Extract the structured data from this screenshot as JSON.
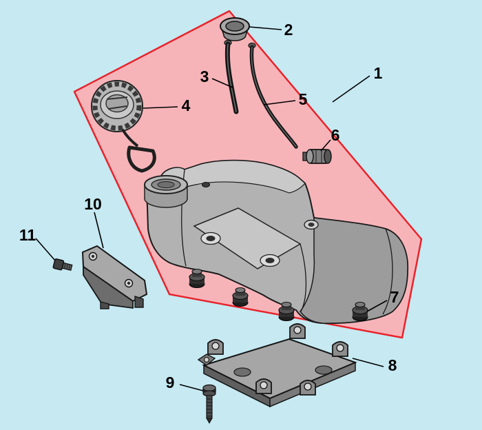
{
  "diagram": {
    "type": "exploded-parts-diagram",
    "subject": "fuel-tank-assembly",
    "background_color": "#c6e9f2",
    "highlight_region": {
      "fill": "#f6b4b9",
      "stroke": "#e8232b",
      "callout": "1"
    },
    "callouts": [
      {
        "label": "1",
        "points_to": "highlighted-assembly-region"
      },
      {
        "label": "2",
        "points_to": "filler-grommet-cap"
      },
      {
        "label": "3",
        "points_to": "fuel-line-short"
      },
      {
        "label": "4",
        "points_to": "fuel-cap-with-retainer"
      },
      {
        "label": "5",
        "points_to": "fuel-line-long"
      },
      {
        "label": "6",
        "points_to": "fuel-line-fitting"
      },
      {
        "label": "7",
        "points_to": "mounting-grommet"
      },
      {
        "label": "8",
        "points_to": "lower-mounting-bracket"
      },
      {
        "label": "9",
        "points_to": "bracket-bolt"
      },
      {
        "label": "10",
        "points_to": "side-mounting-bracket"
      },
      {
        "label": "11",
        "points_to": "side-bracket-bolt"
      }
    ],
    "palette": {
      "part_light": "#c9c9c9",
      "part_mid": "#b2b2b2",
      "part_dark": "#5f5f5f",
      "outline": "#1a1a1a",
      "label_color": "#000000"
    }
  }
}
